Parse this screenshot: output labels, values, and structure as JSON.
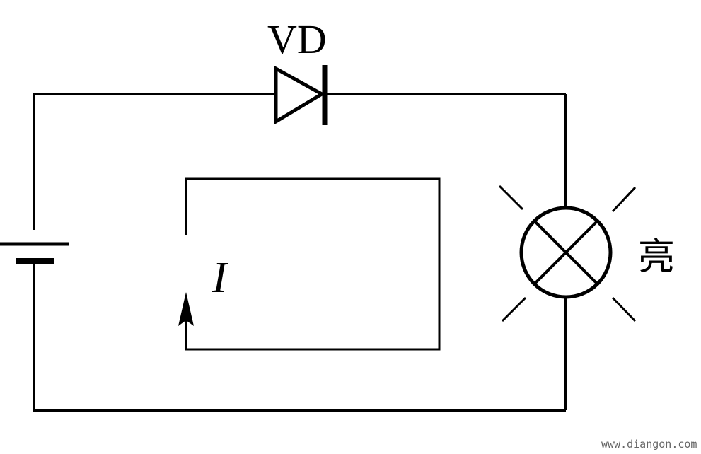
{
  "diagram": {
    "diode_label": "VD",
    "current_label": "I",
    "lamp_state_label": "亮",
    "watermark": "www.diangon.com"
  }
}
